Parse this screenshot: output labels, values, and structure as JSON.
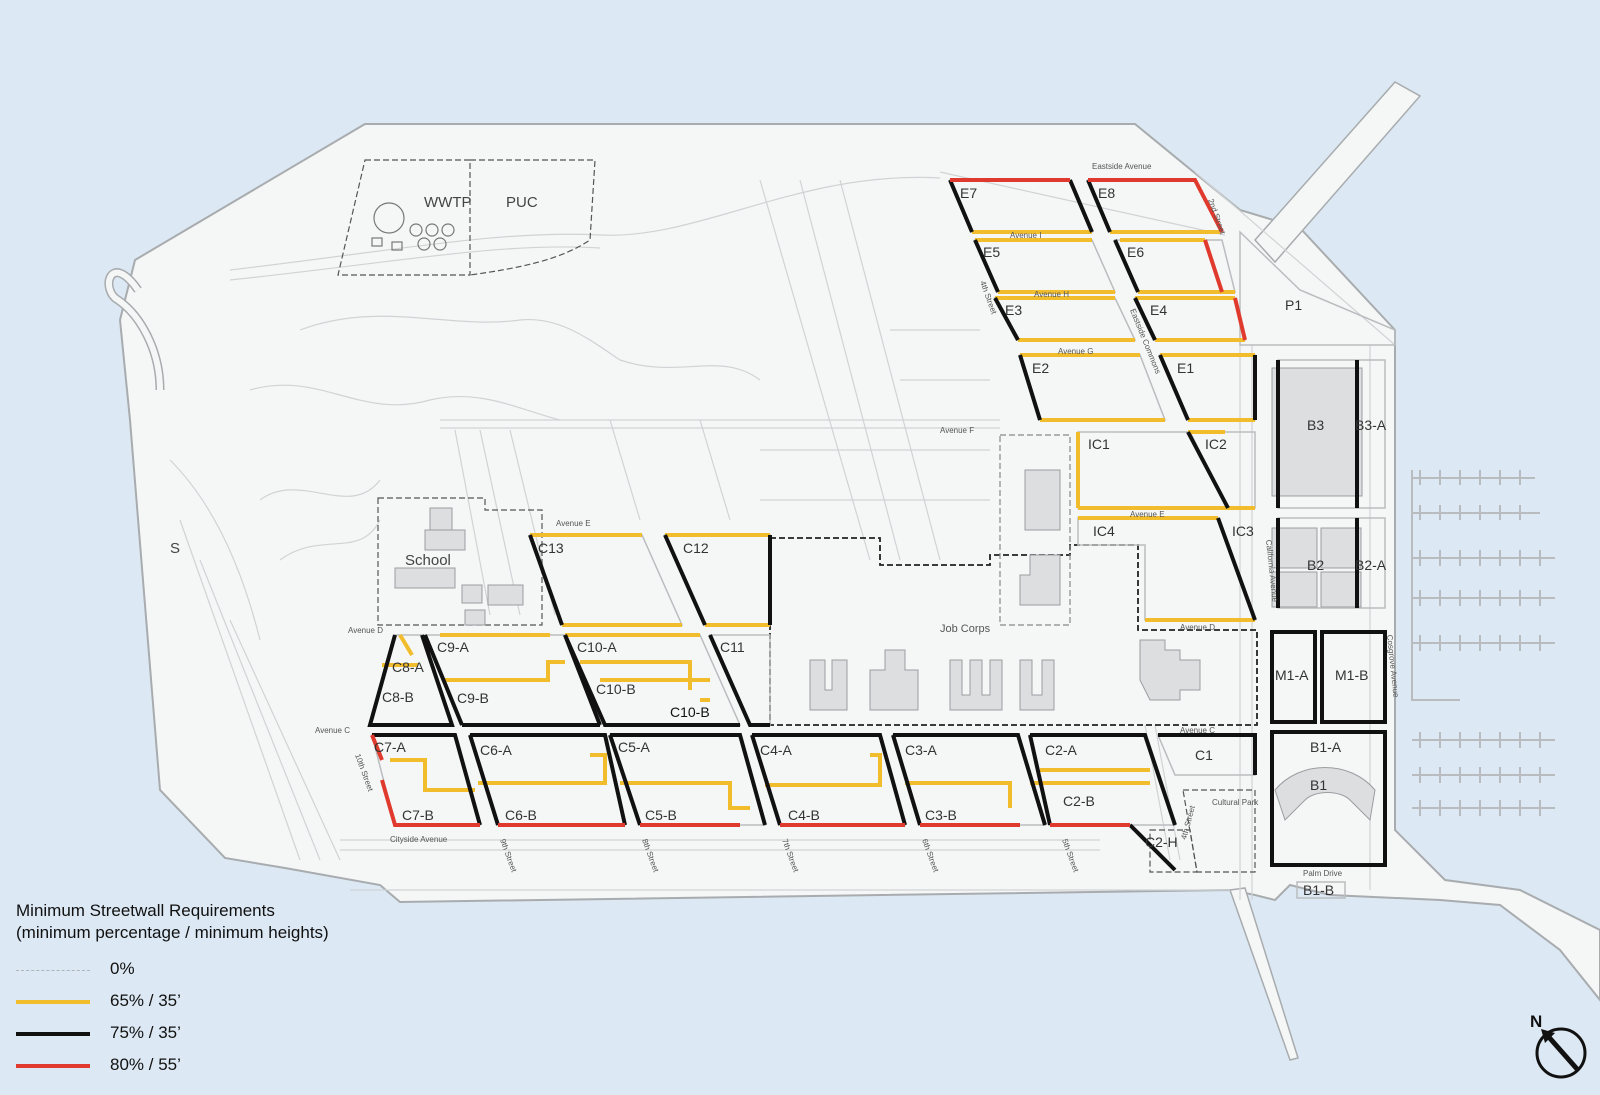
{
  "map": {
    "colors": {
      "water": "#dce8f3",
      "land": "#f5f6f6",
      "outline": "#a8acae",
      "street_line": "#c6c9cb",
      "yellow": "#f2bd2c",
      "black": "#111111",
      "red": "#e03a2e",
      "building": "#dcdedf"
    },
    "facilities": {
      "wwtp": "WWTP",
      "puc": "PUC",
      "school": "School",
      "job_corps": "Job Corps",
      "cultural_park": "Cultural Park",
      "s": "S"
    },
    "streets": {
      "eastside_avenue": "Eastside Avenue",
      "avenue_i": "Avenue I",
      "avenue_h": "Avenue H",
      "avenue_g": "Avenue G",
      "avenue_f": "Avenue F",
      "avenue_e": "Avenue E",
      "avenue_d": "Avenue D",
      "avenue_c": "Avenue C",
      "cityside_avenue": "Cityside Avenue",
      "palm_drive": "Palm Drive",
      "second_street": "2nd Street",
      "fourth_street": "4th Street",
      "fifth_street": "5th Street",
      "sixth_street": "6th Street",
      "seventh_street": "7th Street",
      "eighth_street": "8th Street",
      "ninth_street": "9th Street",
      "tenth_street": "10th Street",
      "eastside_commons": "Eastside Commons",
      "california_avenue": "California Avenue",
      "cosgrove_avenue": "Cosgrove Avenue"
    },
    "parcels": {
      "e7": "E7",
      "e8": "E8",
      "e5": "E5",
      "e6": "E6",
      "e3": "E3",
      "e4": "E4",
      "e2": "E2",
      "e1": "E1",
      "ic1": "IC1",
      "ic2": "IC2",
      "ic3": "IC3",
      "ic4": "IC4",
      "p1": "P1",
      "b3": "B3",
      "b3a": "B3-A",
      "b2": "B2",
      "b2a": "B2-A",
      "m1a": "M1-A",
      "m1b": "M1-B",
      "b1a": "B1-A",
      "b1": "B1",
      "b1b": "B1-B",
      "c13": "C13",
      "c12": "C12",
      "c11": "C11",
      "c10a": "C10-A",
      "c10b": "C10-B",
      "c9a": "C9-A",
      "c9b": "C9-B",
      "c8a": "C8-A",
      "c8b": "C8-B",
      "c7a": "C7-A",
      "c7b": "C7-B",
      "c6a": "C6-A",
      "c6b": "C6-B",
      "c5a": "C5-A",
      "c5b": "C5-B",
      "c4a": "C4-A",
      "c4b": "C4-B",
      "c3a": "C3-A",
      "c3b": "C3-B",
      "c2a": "C2-A",
      "c2b": "C2-B",
      "c2h": "C2-H",
      "c1": "C1"
    }
  },
  "legend": {
    "title_line1": "Minimum Streetwall Requirements",
    "title_line2": "(minimum percentage / minimum heights)",
    "items": [
      {
        "label": "0%",
        "color": "#c6c9cb",
        "style": "dashed"
      },
      {
        "label": "65% / 35’",
        "color": "#f2bd2c",
        "style": "solid"
      },
      {
        "label": "75% / 35’",
        "color": "#111111",
        "style": "solid"
      },
      {
        "label": "80% / 55’",
        "color": "#e03a2e",
        "style": "solid"
      }
    ]
  },
  "north_arrow": {
    "letter": "N",
    "icon": "north-arrow-icon"
  }
}
